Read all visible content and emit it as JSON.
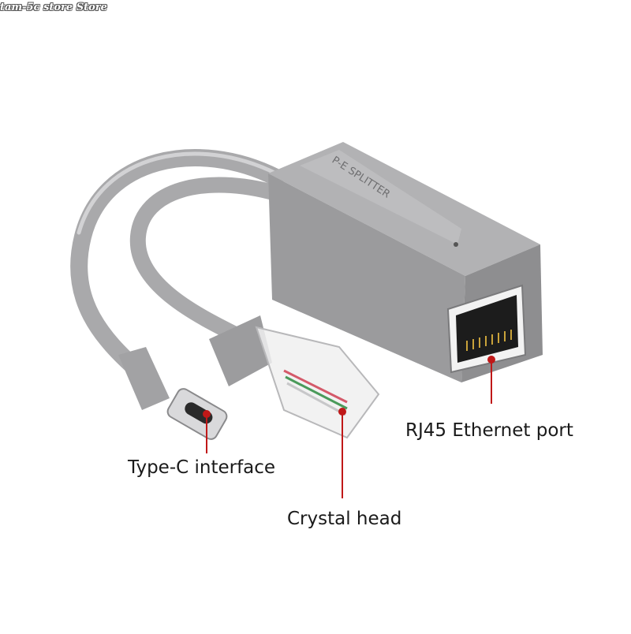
{
  "watermark": "tam-5c store Store",
  "product": {
    "housing_text": "P-E SPLITTER",
    "colors": {
      "housing": "#a4a4a6",
      "housing_dark": "#8a8a8c",
      "cable": "#a8a8aa",
      "port_inner": "#1c1c1c",
      "callout_line": "#c01818"
    }
  },
  "callouts": {
    "type_c": "Type-C interface",
    "crystal_head": "Crystal head",
    "rj45_port": "RJ45 Ethernet port"
  }
}
